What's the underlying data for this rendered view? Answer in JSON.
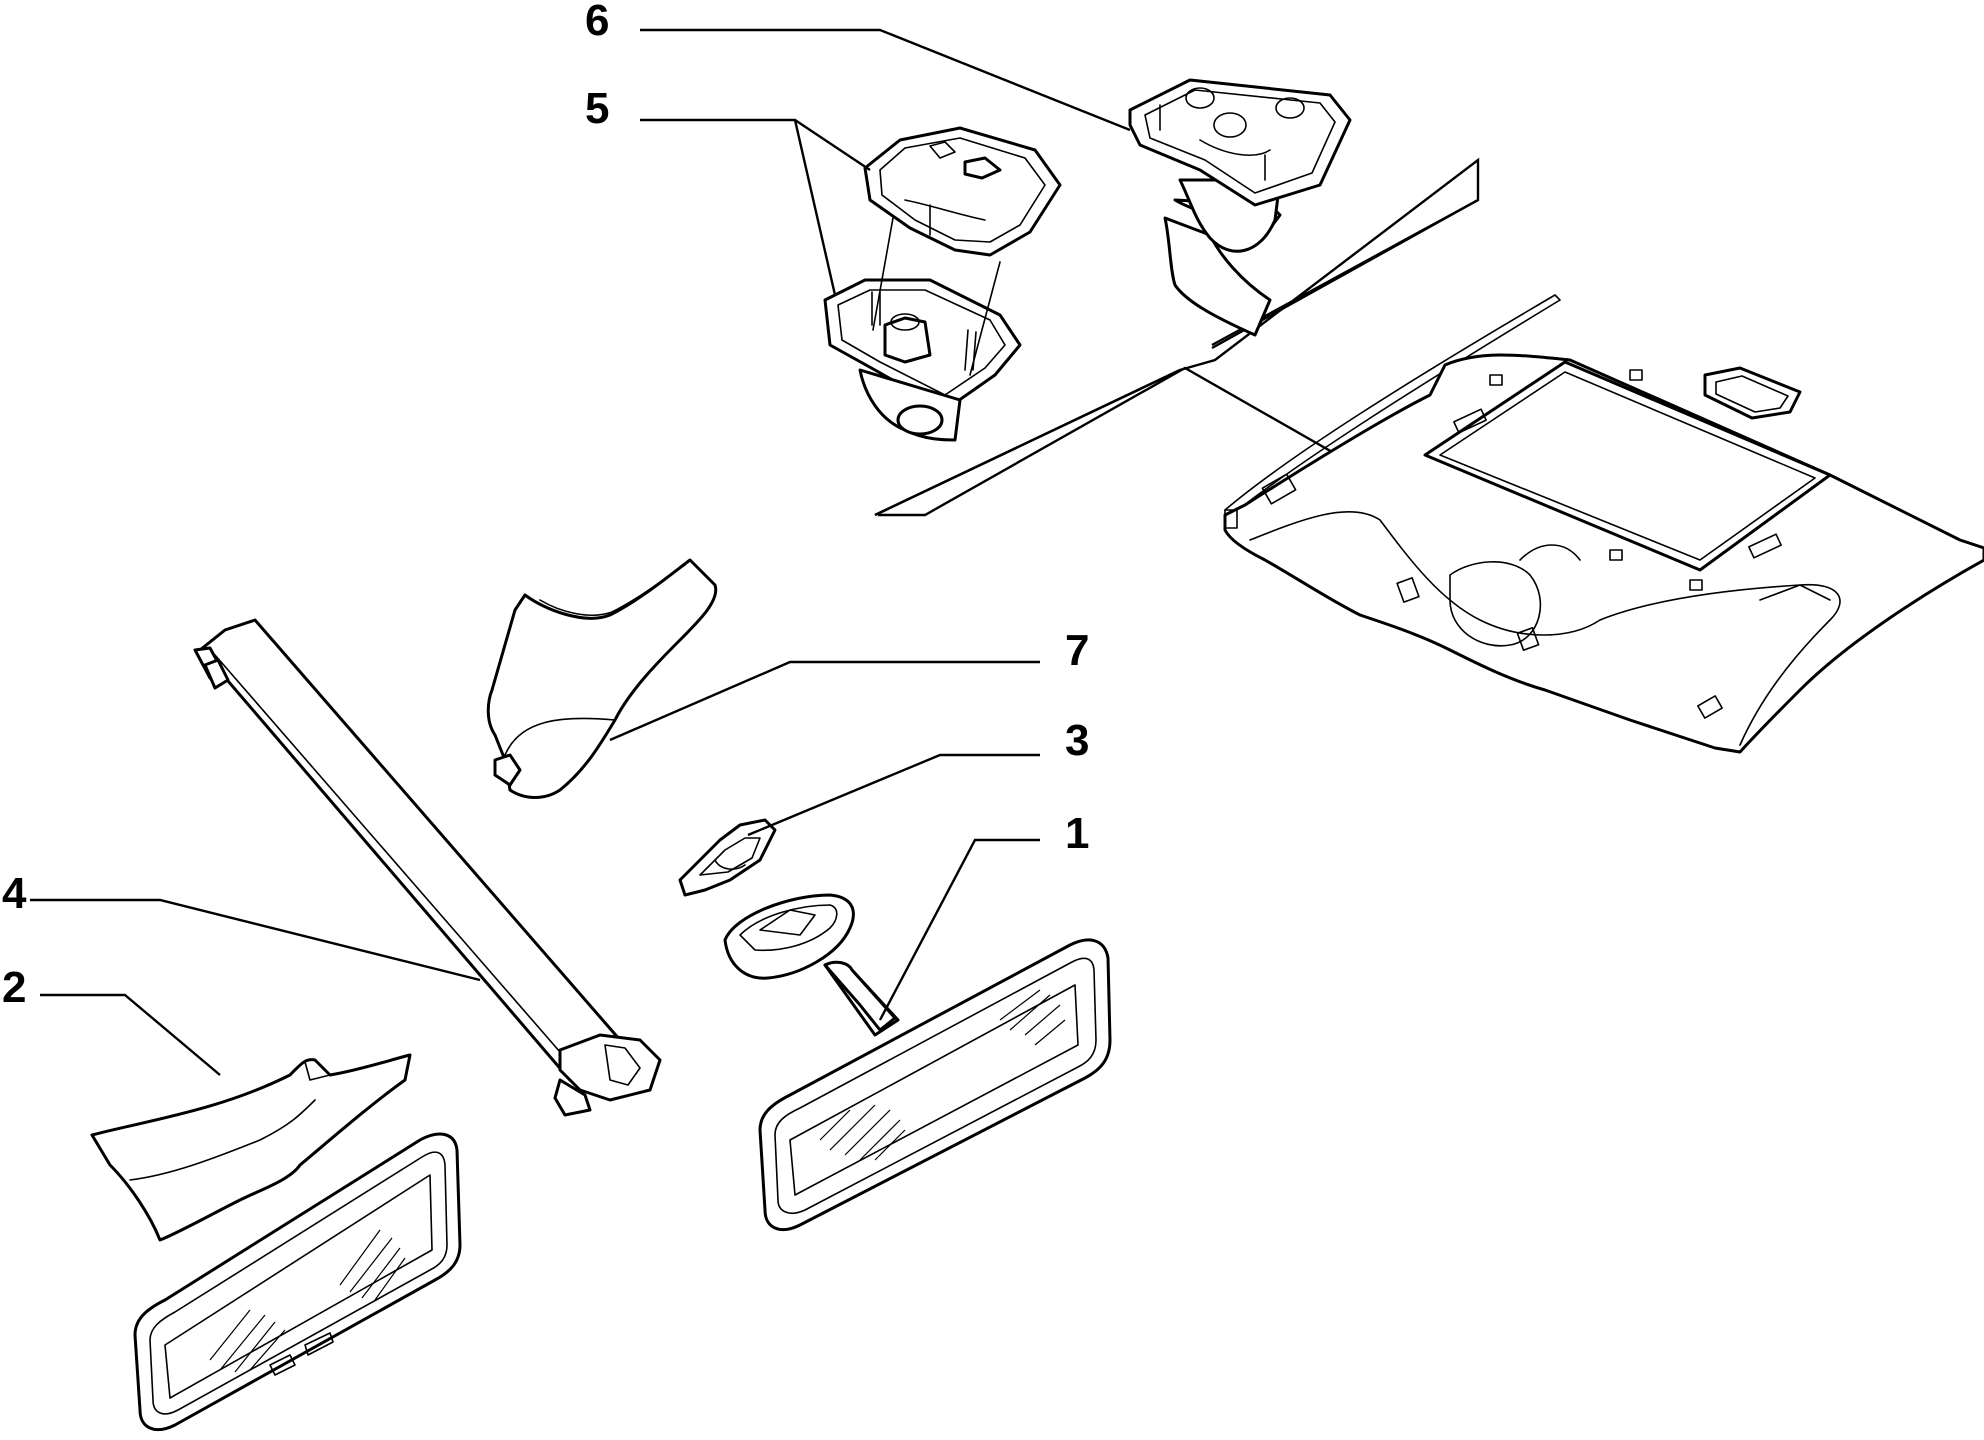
{
  "callouts": [
    {
      "id": "1",
      "label": "1"
    },
    {
      "id": "2",
      "label": "2"
    },
    {
      "id": "3",
      "label": "3"
    },
    {
      "id": "4",
      "label": "4"
    },
    {
      "id": "5",
      "label": "5"
    },
    {
      "id": "6",
      "label": "6"
    },
    {
      "id": "7",
      "label": "7"
    }
  ],
  "parts": [
    {
      "callout": "1",
      "icon": "rear-view-mirror-icon"
    },
    {
      "callout": "2",
      "icon": "rear-view-mirror-with-cover-icon"
    },
    {
      "callout": "3",
      "icon": "mirror-base-plate-icon"
    },
    {
      "callout": "4",
      "icon": "sun-visor-rod-icon"
    },
    {
      "callout": "5",
      "icon": "roof-light-housing-icon"
    },
    {
      "callout": "6",
      "icon": "roof-light-unit-icon"
    },
    {
      "callout": "7",
      "icon": "mirror-cover-icon"
    }
  ],
  "colors": {
    "line": "#000000",
    "background": "#ffffff"
  }
}
